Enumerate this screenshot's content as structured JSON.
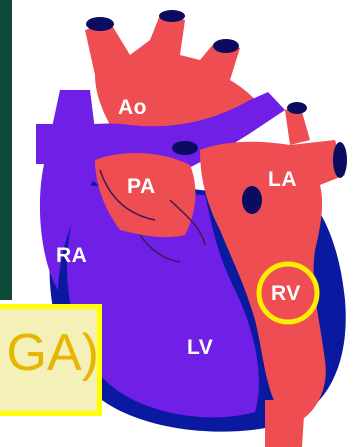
{
  "diagram": {
    "labels": {
      "ao": "Ao",
      "pa": "PA",
      "la": "LA",
      "ra": "RA",
      "rv": "RV",
      "lv": "LV"
    },
    "highlight": {
      "target": "RV",
      "color": "#ffee00"
    },
    "caption_fragment": "GA)",
    "colors": {
      "oxygenated": "#ee4d52",
      "deoxygenated": "#6f1fe6",
      "myocardium": "#0a1aa0",
      "outline": "#0b0b60",
      "background_strip": "#0e4a3a",
      "caption_border": "#ffff00"
    }
  }
}
